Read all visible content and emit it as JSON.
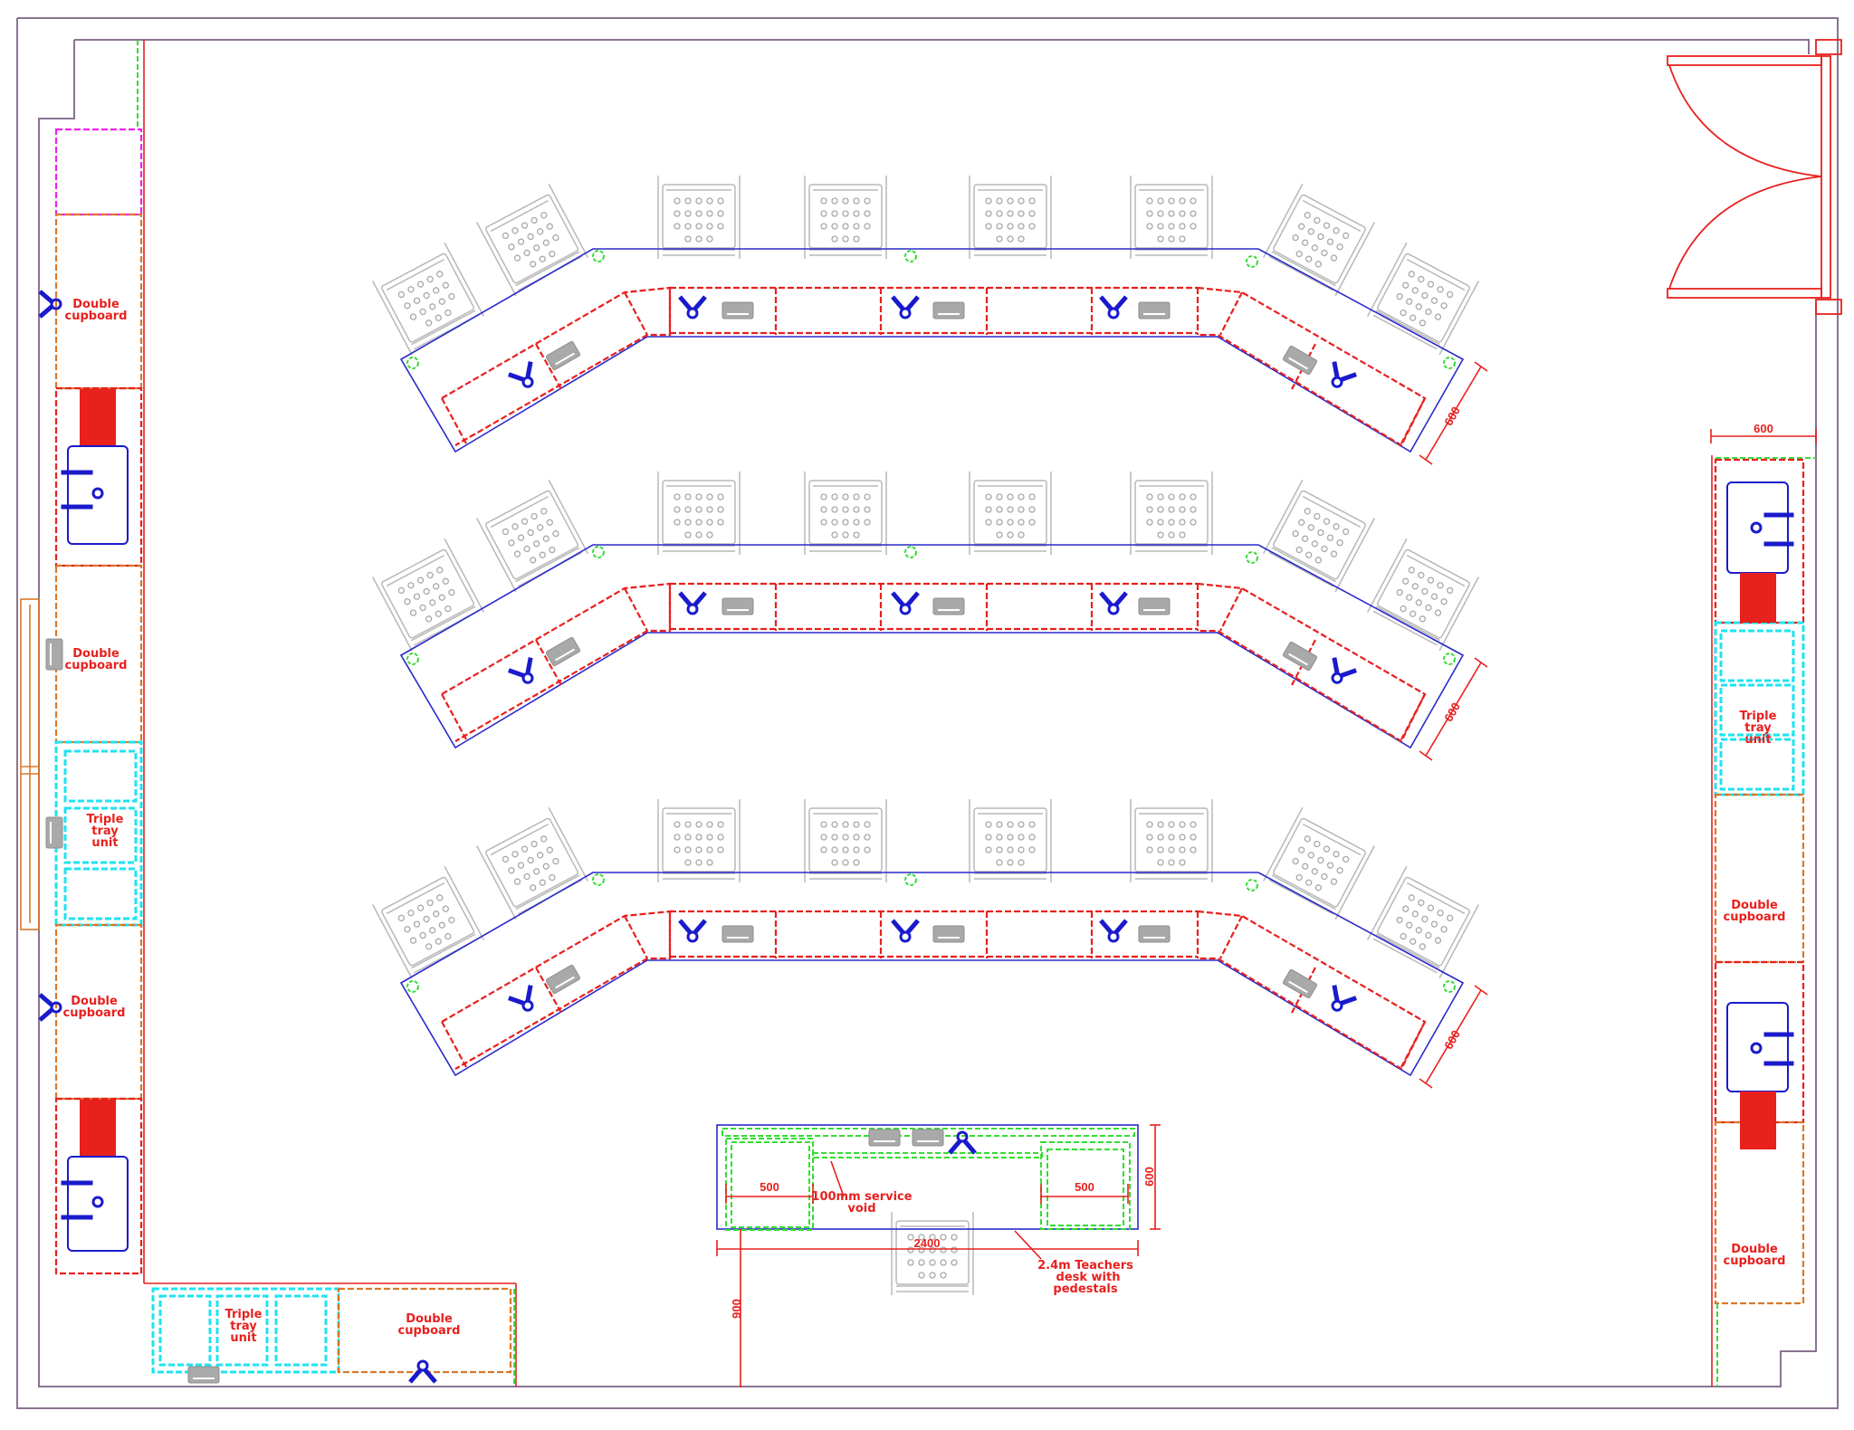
{
  "drawing": {
    "type": "Laboratory floor plan",
    "colors": {
      "wall": "#8a7391",
      "bench_outline": "#2a2acc",
      "bench_carcass": "#e8201e",
      "cupboard": "#d9782a",
      "tray_unit": "#1fe3f0",
      "tall_unit": "#ee22ee",
      "services": "#33dd33",
      "stools": "#b8b8b8",
      "sink": "#1a1acc",
      "text": "#e8201e"
    }
  },
  "left_wall_units": [
    {
      "label": "",
      "type": "tall_unit"
    },
    {
      "label": "Double cupboard",
      "type": "cupboard"
    },
    {
      "label": "",
      "type": "sink_unit"
    },
    {
      "label": "Double cupboard",
      "type": "cupboard"
    },
    {
      "label": "Triple tray unit",
      "type": "tray_unit"
    },
    {
      "label": "Double cupboard",
      "type": "cupboard"
    },
    {
      "label": "",
      "type": "sink_unit"
    }
  ],
  "bottom_wall_units": [
    {
      "label": "Triple tray unit",
      "type": "tray_unit"
    },
    {
      "label": "Double cupboard",
      "type": "cupboard"
    }
  ],
  "right_wall_units": [
    {
      "label": "",
      "type": "sink_unit"
    },
    {
      "label": "Triple tray unit",
      "type": "tray_unit"
    },
    {
      "label": "Double cupboard",
      "type": "cupboard"
    },
    {
      "label": "",
      "type": "sink_unit"
    },
    {
      "label": "Double cupboard",
      "type": "cupboard"
    }
  ],
  "labels": {
    "double_cupboard_l1": [
      "Double",
      "cupboard"
    ],
    "double_cupboard_l2": [
      "Double",
      "cupboard"
    ],
    "triple_tray_l": [
      "Triple",
      "tray",
      "unit"
    ],
    "double_cupboard_l3": [
      "Double",
      "cupboard"
    ],
    "triple_tray_b": [
      "Triple",
      "tray",
      "unit"
    ],
    "double_cupboard_b": [
      "Double",
      "cupboard"
    ],
    "triple_tray_r": [
      "Triple",
      "tray",
      "unit"
    ],
    "double_cupboard_r1": [
      "Double",
      "cupboard"
    ],
    "double_cupboard_r2": [
      "Double",
      "cupboard"
    ]
  },
  "workbench_rows": [
    {
      "id": 1,
      "stools": 8,
      "depth_dim": "600"
    },
    {
      "id": 2,
      "stools": 8,
      "depth_dim": "600"
    },
    {
      "id": 3,
      "stools": 8,
      "depth_dim": "600"
    }
  ],
  "teacher_desk": {
    "label_lines": [
      "2.4m  Teachers",
      "desk  with",
      "pedestals"
    ],
    "service_void_lines": [
      "100mm  service",
      "void"
    ],
    "pedestal_left_dim": "500",
    "pedestal_right_dim": "500",
    "length_dim": "2400",
    "depth_dim": "600",
    "clearance_dim": "900"
  },
  "right_wall_dim": "600",
  "doors": {
    "type": "double door",
    "location": "right wall, top"
  }
}
